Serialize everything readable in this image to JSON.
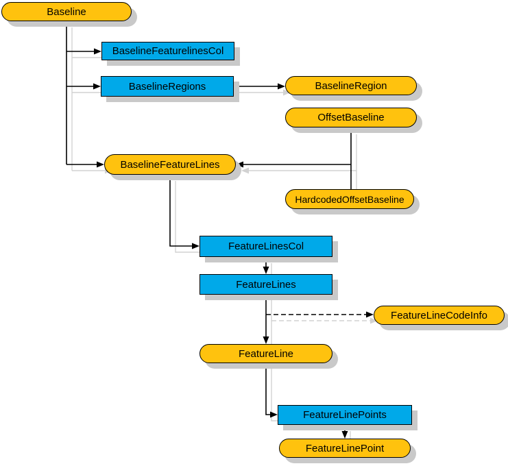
{
  "colors": {
    "background": "#ffffff",
    "class_fill": "#FFC20E",
    "collection_fill": "#00A9E9",
    "node_border": "#000000",
    "node_shadow": "#c9c9c9",
    "connector": "#000000",
    "connector_shadow": "#d2d2d2",
    "text": "#000000"
  },
  "nodes": {
    "baseline": {
      "label": "Baseline",
      "kind": "class"
    },
    "baseline_featurelines_col": {
      "label": "BaselineFeaturelinesCol",
      "kind": "collection"
    },
    "baseline_regions": {
      "label": "BaselineRegions",
      "kind": "collection"
    },
    "baseline_region": {
      "label": "BaselineRegion",
      "kind": "class"
    },
    "offset_baseline": {
      "label": "OffsetBaseline",
      "kind": "class"
    },
    "baseline_feature_lines": {
      "label": "BaselineFeatureLines",
      "kind": "class"
    },
    "hardcoded_offset_baseline": {
      "label": "HardcodedOffsetBaseline",
      "kind": "class"
    },
    "feature_lines_col": {
      "label": "FeatureLinesCol",
      "kind": "collection"
    },
    "feature_lines": {
      "label": "FeatureLines",
      "kind": "collection"
    },
    "feature_line_code_info": {
      "label": "FeatureLineCodeInfo",
      "kind": "class"
    },
    "feature_line": {
      "label": "FeatureLine",
      "kind": "class"
    },
    "feature_line_points": {
      "label": "FeatureLinePoints",
      "kind": "collection"
    },
    "feature_line_point": {
      "label": "FeatureLinePoint",
      "kind": "class"
    }
  },
  "edges": [
    {
      "from": "Baseline",
      "to": "BaselineFeaturelinesCol",
      "style": "solid"
    },
    {
      "from": "Baseline",
      "to": "BaselineRegions",
      "style": "solid"
    },
    {
      "from": "Baseline",
      "to": "BaselineFeatureLines",
      "style": "solid"
    },
    {
      "from": "BaselineRegions",
      "to": "BaselineRegion",
      "style": "solid"
    },
    {
      "from": "OffsetBaseline",
      "to": "BaselineFeatureLines",
      "style": "solid"
    },
    {
      "from": "HardcodedOffsetBaseline",
      "to": "BaselineFeatureLines",
      "style": "solid"
    },
    {
      "from": "BaselineFeatureLines",
      "to": "FeatureLinesCol",
      "style": "solid"
    },
    {
      "from": "FeatureLinesCol",
      "to": "FeatureLines",
      "style": "solid"
    },
    {
      "from": "FeatureLines",
      "to": "FeatureLineCodeInfo",
      "style": "dashed"
    },
    {
      "from": "FeatureLines",
      "to": "FeatureLine",
      "style": "solid"
    },
    {
      "from": "FeatureLine",
      "to": "FeatureLinePoints",
      "style": "solid"
    },
    {
      "from": "FeatureLinePoints",
      "to": "FeatureLinePoint",
      "style": "solid"
    }
  ]
}
